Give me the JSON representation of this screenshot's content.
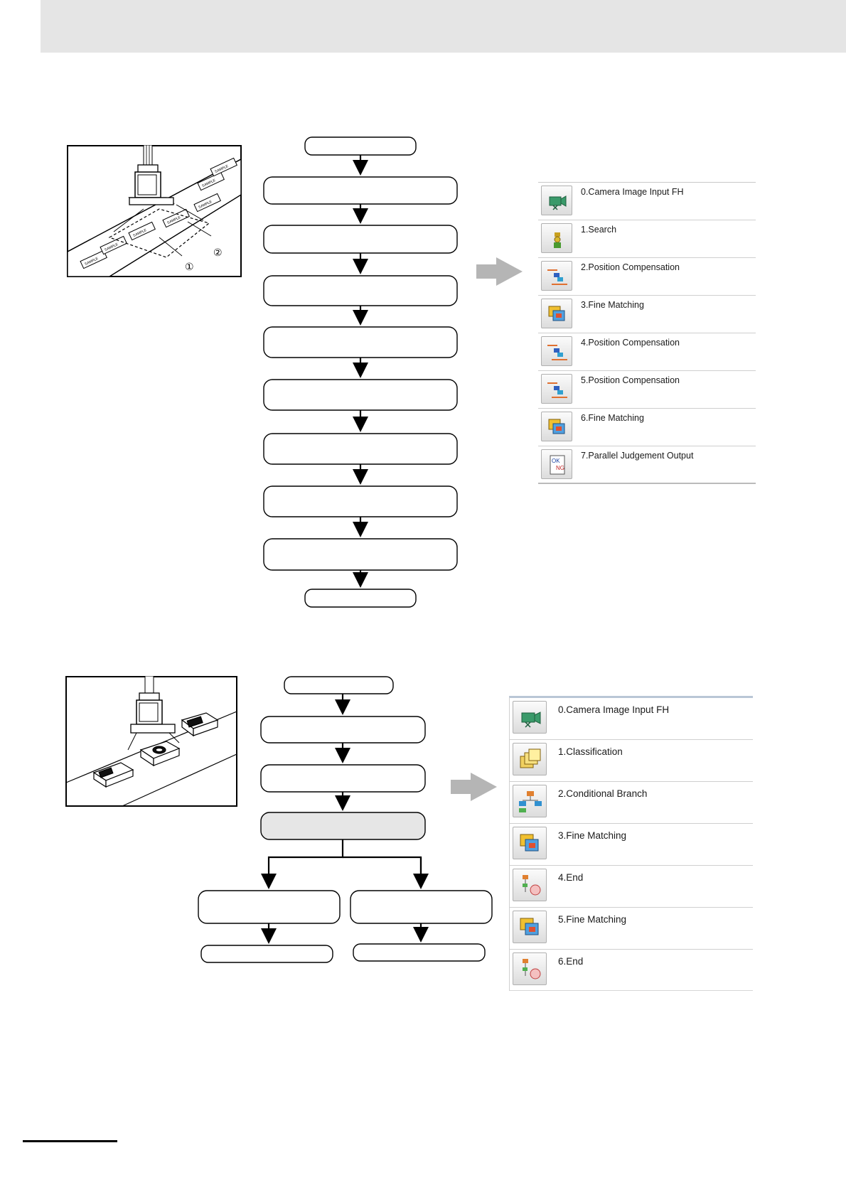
{
  "figure1": {
    "callouts": [
      "①",
      "②"
    ],
    "labels": [
      "SAMPLE",
      "SAMPLE",
      "SAMPLE",
      "SAMPLE",
      "SAMPLE",
      "SAMPLE",
      "SAMPLE"
    ],
    "flow_boxes": 10,
    "panel_items": [
      {
        "label": "0.Camera Image Input FH",
        "icon": "camera-icon"
      },
      {
        "label": "1.Search",
        "icon": "search-icon"
      },
      {
        "label": "2.Position Compensation",
        "icon": "position-compensation-icon"
      },
      {
        "label": "3.Fine Matching",
        "icon": "fine-matching-icon"
      },
      {
        "label": "4.Position Compensation",
        "icon": "position-compensation-icon"
      },
      {
        "label": "5.Position Compensation",
        "icon": "position-compensation-icon"
      },
      {
        "label": "6.Fine Matching",
        "icon": "fine-matching-icon"
      },
      {
        "label": "7.Parallel Judgement Output",
        "icon": "judgement-output-icon"
      }
    ],
    "ok_text": "OK",
    "ng_text": "NG"
  },
  "figure2": {
    "panel_items": [
      {
        "label": "0.Camera Image Input FH",
        "icon": "camera-icon"
      },
      {
        "label": "1.Classification",
        "icon": "classification-icon"
      },
      {
        "label": "2.Conditional Branch",
        "icon": "conditional-branch-icon"
      },
      {
        "label": "3.Fine Matching",
        "icon": "fine-matching-icon"
      },
      {
        "label": "4.End",
        "icon": "end-icon"
      },
      {
        "label": "5.Fine Matching",
        "icon": "fine-matching-icon"
      },
      {
        "label": "6.End",
        "icon": "end-icon"
      }
    ]
  },
  "colors": {
    "arrow_gray": "#b5b5b5",
    "highlight_box": "#e6e6e6",
    "header_gray": "#e5e5e5"
  }
}
